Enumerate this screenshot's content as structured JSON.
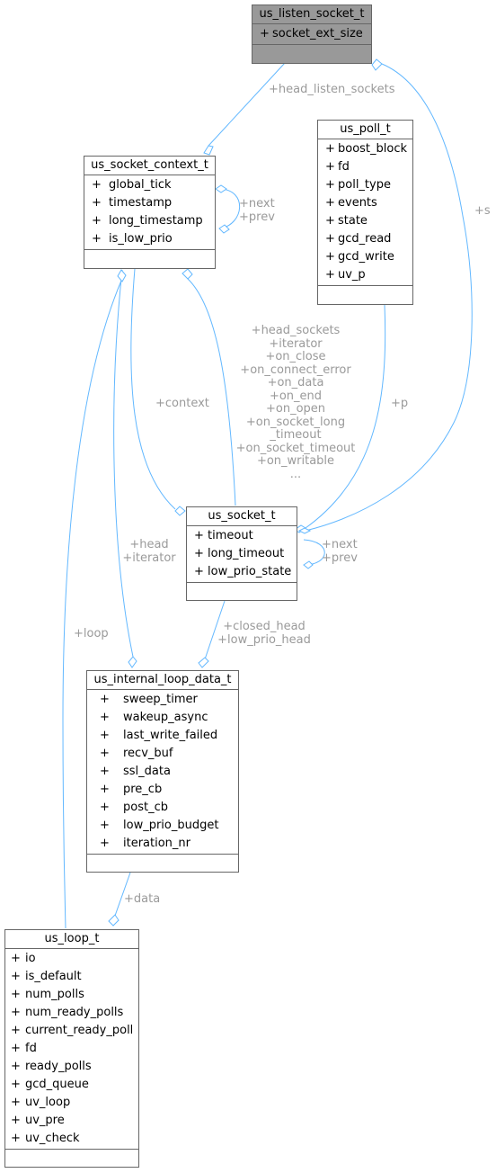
{
  "classes": {
    "listen_socket": {
      "name": "us_listen_socket_t",
      "attrs": [
        "socket_ext_size"
      ]
    },
    "poll": {
      "name": "us_poll_t",
      "attrs": [
        "boost_block",
        "fd",
        "poll_type",
        "events",
        "state",
        "gcd_read",
        "gcd_write",
        "uv_p"
      ]
    },
    "socket_context": {
      "name": "us_socket_context_t",
      "attrs": [
        "global_tick",
        "timestamp",
        "long_timestamp",
        "is_low_prio"
      ]
    },
    "socket": {
      "name": "us_socket_t",
      "attrs": [
        "timeout",
        "long_timeout",
        "low_prio_state"
      ]
    },
    "internal_loop_data": {
      "name": "us_internal_loop_data_t",
      "attrs": [
        "sweep_timer",
        "wakeup_async",
        "last_write_failed",
        "recv_buf",
        "ssl_data",
        "pre_cb",
        "post_cb",
        "low_prio_budget",
        "iteration_nr"
      ]
    },
    "loop": {
      "name": "us_loop_t",
      "attrs": [
        "io",
        "is_default",
        "num_polls",
        "num_ready_polls",
        "current_ready_poll",
        "fd",
        "ready_polls",
        "gcd_queue",
        "uv_loop",
        "uv_pre",
        "uv_check"
      ]
    }
  },
  "visibility_symbol": "+",
  "edge_labels": {
    "head_listen_sockets": "+head_listen_sockets",
    "context_self": "+next\n+prev",
    "s": "+s",
    "socket_context_to_socket": "+head_sockets\n+iterator\n+on_close\n+on_connect_error\n+on_data\n+on_end\n+on_open\n+on_socket_long\n_timeout\n+on_socket_timeout\n+on_writable\n...",
    "context": "+context",
    "p": "+p",
    "socket_self": "+next\n+prev",
    "head_iterator": "+head\n+iterator",
    "closed_head": "+closed_head\n+low_prio_head",
    "loop": "+loop",
    "data": "+data"
  },
  "colors": {
    "edge": "#63b8ff",
    "label": "#9a9a9a",
    "border": "#666666",
    "highlight_fill": "#999999"
  }
}
